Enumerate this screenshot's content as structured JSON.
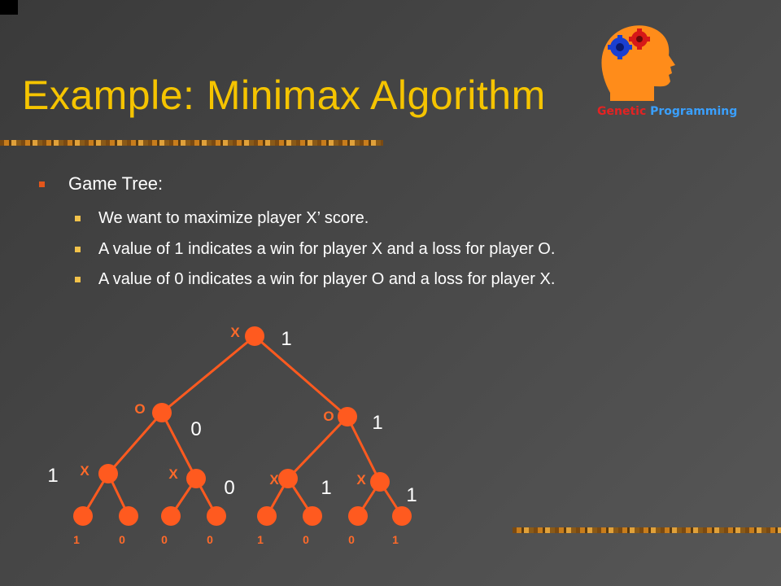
{
  "slide": {
    "title": "Example: Minimax Algorithm",
    "logo": {
      "word1": "Genetic",
      "word2": "Programming"
    },
    "bullet": "Game Tree:",
    "sub_bullets": [
      "We want to maximize player X’ score.",
      "A value of 1 indicates a win for player X and a loss for player O.",
      "A value of 0 indicates a win for player O and a loss for player X."
    ]
  },
  "tree": {
    "colors": {
      "node": "#FF5A1F",
      "edge": "#FF5A1F",
      "letter": "#FF6A2A",
      "value": "#ffffff",
      "leaf_value": "#FF6A2A"
    },
    "nodes": [
      {
        "id": "root",
        "player": "X",
        "value": "1"
      },
      {
        "id": "o-left",
        "player": "O",
        "value": "0"
      },
      {
        "id": "o-right",
        "player": "O",
        "value": "1"
      },
      {
        "id": "x-1",
        "player": "X",
        "value": "1"
      },
      {
        "id": "x-2",
        "player": "X",
        "value": "0"
      },
      {
        "id": "x-3",
        "player": "X",
        "value": "1"
      },
      {
        "id": "x-4",
        "player": "X",
        "value": "1"
      }
    ],
    "leaves": [
      "1",
      "0",
      "0",
      "0",
      "1",
      "0",
      "0",
      "1"
    ]
  }
}
